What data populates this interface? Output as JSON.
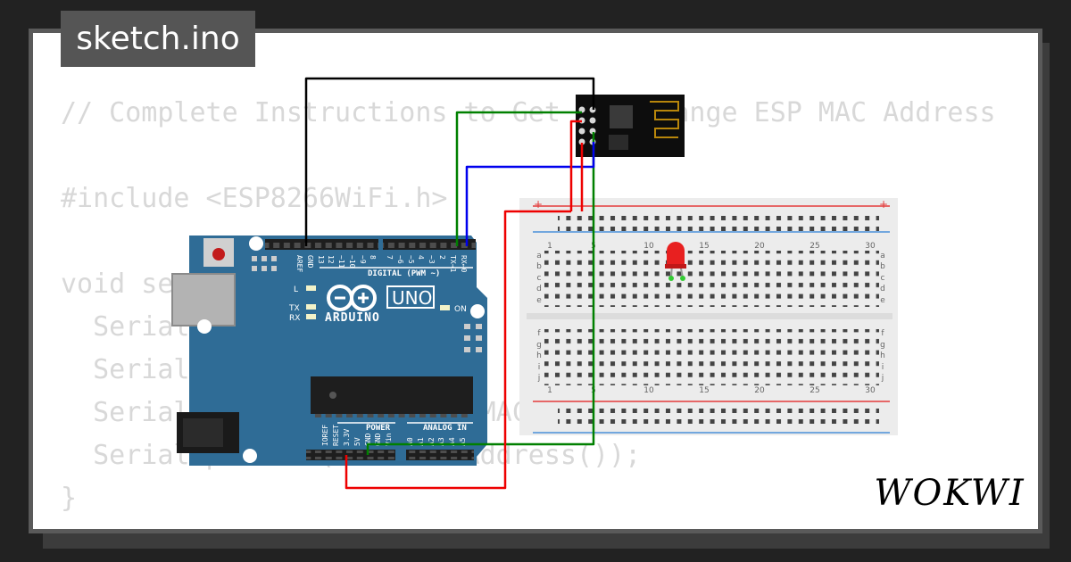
{
  "title": "sketch.ino",
  "code_lines": [
    "// Complete Instructions to Get and Change ESP MAC Address",
    "",
    "#include <ESP8266WiFi.h>",
    "",
    "void setup(){",
    "  Serial.begin(115200);",
    "  Serial.println();",
    "  Serial.print(\"ESP Board MAC Address:  \");",
    "  Serial.println(WiFi.macAddress());",
    "}"
  ],
  "brand": "WOKWI",
  "arduino": {
    "logo_text": "ARDUINO",
    "model": "UNO",
    "digital_header": "DIGITAL (PWM ~)",
    "power_header": "POWER",
    "analog_header": "ANALOG IN",
    "led_l": "L",
    "led_tx": "TX",
    "led_rx": "RX",
    "led_on": "ON",
    "top_pin_labels": [
      "AREF",
      "GND",
      "13",
      "12",
      "~11",
      "~10",
      "~9",
      "8",
      "7",
      "~6",
      "~5",
      "4",
      "~3",
      "2",
      "TX→1",
      "RX←0"
    ],
    "bottom_pin_labels": [
      "IOREF",
      "RESET",
      "3.3V",
      "5V",
      "GND",
      "GND",
      "Vin",
      "A0",
      "A1",
      "A2",
      "A3",
      "A4",
      "A5"
    ]
  },
  "breadboard": {
    "column_labels": [
      "1",
      "5",
      "10",
      "15",
      "20",
      "25",
      "30"
    ],
    "row_labels_top": [
      "a",
      "b",
      "c",
      "d",
      "e"
    ],
    "row_labels_bottom": [
      "f",
      "g",
      "h",
      "i",
      "j"
    ]
  },
  "colors": {
    "wire_black": "#000000",
    "wire_green": "#008000",
    "wire_blue": "#0000ee",
    "wire_red": "#ee0000",
    "arduino_blue": "#2f6c96",
    "led_red": "#e82020"
  }
}
